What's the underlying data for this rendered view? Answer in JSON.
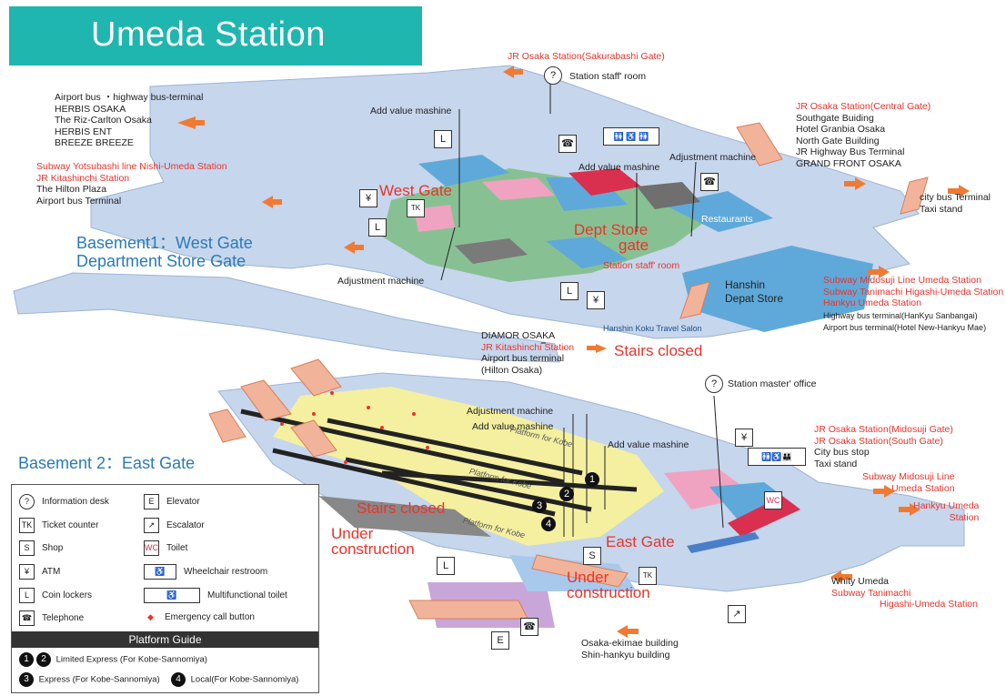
{
  "title": "Umeda Station",
  "levels": {
    "basement1": [
      "Basement1：West Gate",
      "Department Store Gate"
    ],
    "basement2": "Basement 2：East Gate"
  },
  "gates": {
    "west": "West Gate",
    "dept_store": [
      "Dept Store",
      "gate"
    ],
    "east": "East Gate"
  },
  "notices": {
    "stairs_closed_upper": "Stairs closed",
    "stairs_closed_lower": "Stairs closed",
    "under_construction_left": [
      "Under",
      "construction"
    ],
    "under_construction_right": [
      "Under",
      "construction"
    ]
  },
  "facilities": {
    "station_staff_room": "Station staff' room",
    "station_staff_room_red": "Station staff' room",
    "add_value_1": "Add value mashine",
    "add_value_2": "Add value mashine",
    "add_value_3": "Add value mashine",
    "add_value_4": "Add value mashine",
    "adjustment_1": "Adjustment machine",
    "adjustment_2": "Adjustment machine",
    "adjustment_3": "Adjustment machine",
    "restaurants": "Restaurants",
    "hanshin": [
      "Hanshin",
      "Depat Store"
    ],
    "travel_salon": "Hanshin Koku Travel Salon",
    "station_master": "Station master' office"
  },
  "connections": {
    "top_left": [
      "Airport bus ・highway bus-terminal",
      "HERBIS OSAKA",
      "The Riz-Carlton Osaka",
      "HERBIS ENT",
      "BREEZE BREEZE"
    ],
    "left_red": [
      "Subway Yotsubashi line Nishi-Umeda Station",
      "JR Kitashinchi Station"
    ],
    "left_dark": [
      "The Hilton Plaza",
      "Airport bus Terminal"
    ],
    "sakurabashi": "JR Osaka Station(Sakurabashi Gate)",
    "central_red": "JR Osaka Station(Central Gate)",
    "central_dark": [
      "Southgate Buiding",
      "Hotel Granbia Osaka",
      "North Gate Building",
      "JR Highway Bus Terminal",
      "GRAND FRONT OSAKA"
    ],
    "city_bus": [
      "city bus Terminal",
      "Taxi stand"
    ],
    "subways_red": [
      "Subway Midosuji Line Umeda Station",
      "Subway Tanimachi Higashi-Umeda Station",
      "Hankyu Umeda Station"
    ],
    "highway_bus": [
      "Highway bus terminal(HanKyu Sanbangai)",
      "Airport bus terminal(Hotel New-Hankyu Mae)"
    ],
    "diamor_dark": "DIAMOR OSAKA",
    "diamor_red": "JR Kitashinchi Station",
    "diamor_dark2": [
      "Airport bus terminal",
      "(Hilton Osaka)"
    ],
    "midosuji_south_red": [
      "JR Osaka Station(Midosuji Gate)",
      "JR Osaka Station(South Gate)"
    ],
    "midosuji_south_dark": [
      "City bus stop",
      "Taxi stand"
    ],
    "subway_midosuji2": [
      "Subway Midosuji Line",
      "Umeda Station"
    ],
    "hankyu2": [
      "Hankyu Umeda",
      "Station"
    ],
    "whity_dark": "Whity Umeda",
    "whity_red": [
      "Subway Tanimachi",
      "Higashi-Umeda Station"
    ],
    "ekimae": [
      "Osaka-ekimae building",
      "Shin-hankyu building"
    ]
  },
  "platforms": [
    "Platform for Kobe",
    "Platform for Kobe",
    "Platform for Kobe"
  ],
  "legend": {
    "items": [
      {
        "icon": "?",
        "label": "Information desk"
      },
      {
        "icon": "TK",
        "label": "Ticket counter"
      },
      {
        "icon": "S",
        "label": "Shop"
      },
      {
        "icon": "¥",
        "label": "ATM"
      },
      {
        "icon": "L",
        "label": "Coin lockers"
      },
      {
        "icon": "☎",
        "label": "Telephone"
      },
      {
        "icon": "E",
        "label": "Elevator"
      },
      {
        "icon": "↗",
        "label": "Escalator"
      },
      {
        "icon": "WC",
        "label": "Toilet"
      },
      {
        "icon": "♿",
        "label": "Wheelchair restroom"
      },
      {
        "icon": "♿",
        "label": "Multifunctional toilet"
      },
      {
        "icon": "◆",
        "label": "Emergency call button"
      }
    ],
    "platform_guide": "Platform Guide",
    "guide": [
      {
        "nums": [
          "1",
          "2"
        ],
        "label": "Limited Express (For Kobe-Sannomiya)"
      },
      {
        "nums": [
          "3"
        ],
        "label": "Express (For Kobe-Sannomiya)"
      },
      {
        "nums": [
          "4"
        ],
        "label": "Local(For Kobe-Sannomiya)"
      }
    ]
  },
  "colors": {
    "title_bg": "#1fb6b0",
    "floor": "#c6d6ec",
    "concourse_green": "#7fbf8a",
    "platform_yellow": "#f4f0a0",
    "accent_red": "#e8342c",
    "arrow_orange": "#f07a33",
    "level_blue": "#2a7ab8"
  }
}
